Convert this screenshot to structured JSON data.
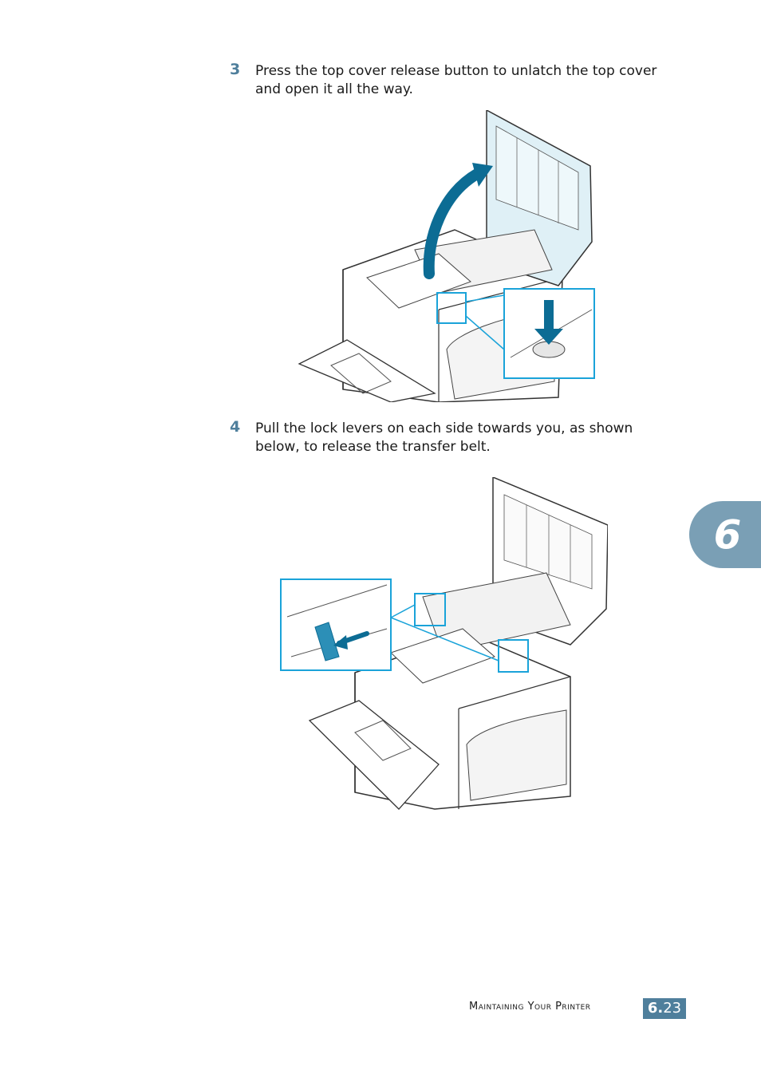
{
  "steps": [
    {
      "number": "3",
      "text": "Press the top cover release button to unlatch the top cover and open it all the way."
    },
    {
      "number": "4",
      "text": "Pull the lock levers on each side towards you, as shown below, to release the transfer belt."
    }
  ],
  "chapter_tab": {
    "number": "6"
  },
  "footer": {
    "title": "Maintaining Your Printer",
    "chapter": "6.",
    "page": "23"
  },
  "colors": {
    "accent": "#4f7f9c",
    "tab": "#7a9fb5",
    "callout": "#1aa3d9",
    "cover": "#dff0f6"
  }
}
